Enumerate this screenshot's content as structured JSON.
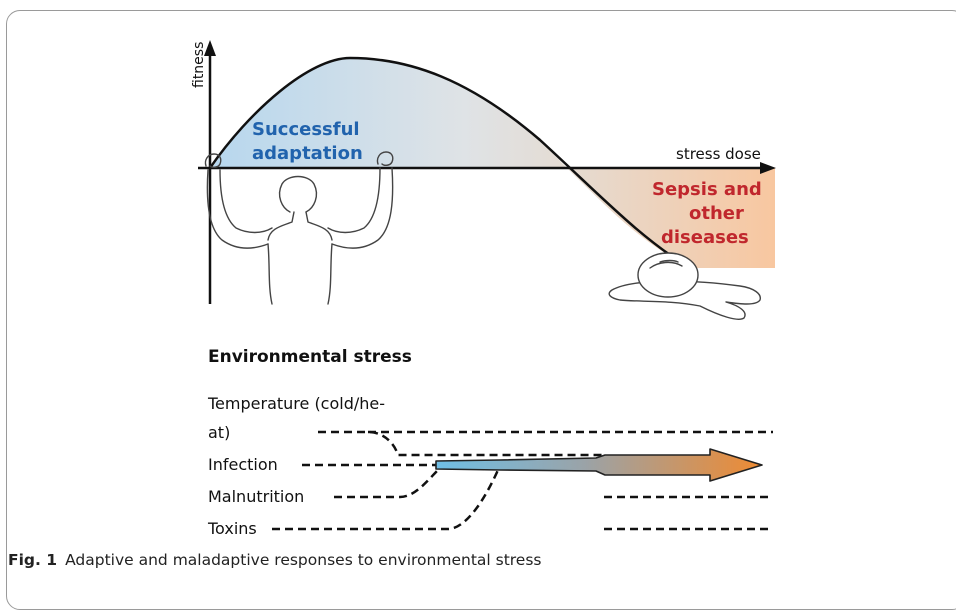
{
  "figure": {
    "y_axis_label": "fitness",
    "x_axis_label": "stress dose",
    "region_left_label": [
      "Successful",
      "adaptation"
    ],
    "region_right_label": [
      "Sepsis and",
      "other",
      "diseases"
    ],
    "section_title": "Environmental stress",
    "stressors": [
      "Temperature (cold/he-",
      "at)",
      "Infection",
      "Malnutrition",
      "Toxins"
    ],
    "colors": {
      "adaptation_text": "#2163ad",
      "disease_text": "#c0272d",
      "gradient_start": "#b9d8ef",
      "gradient_end": "#f6c9a4",
      "arrow_start": "#7cc3e6",
      "arrow_end": "#ef8a33"
    }
  },
  "caption": {
    "label": "Fig. 1",
    "text": "Adaptive and maladaptive responses to environmental stress"
  }
}
